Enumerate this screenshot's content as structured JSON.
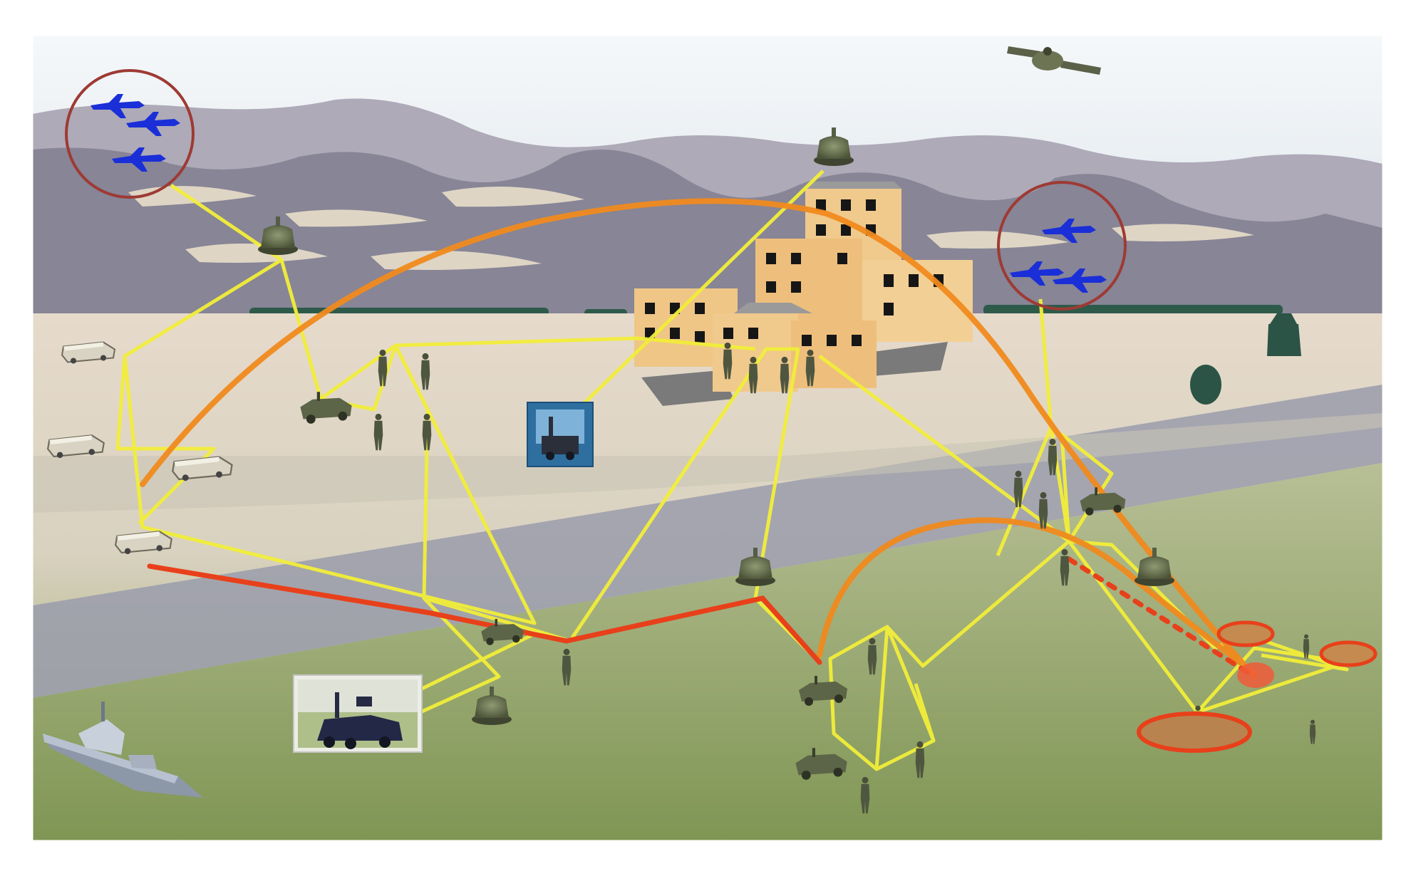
{
  "scene": {
    "kind": "battlefield network illustration",
    "text_labels": []
  },
  "colors": {
    "sky_top": "#eef3f6",
    "sky_bottom": "#dfe6ec",
    "mountains_far": "#a4a1b0",
    "mountains_near": "#7f7d8d",
    "snow": "#e8dcc6",
    "desert": "#e4d7c4",
    "road": "#9799a7",
    "grass": "#9aab6e",
    "link_primary": "#f2ee3a",
    "link_satcom": "#f08a1e",
    "link_relay": "#e8401a",
    "aircraft": "#1a2fd8",
    "building": "#efc98a",
    "window": "#1a1a1a",
    "ring": "#9e3a34"
  },
  "icons": {
    "satellite": "satellite-icon",
    "uav": "uav-icon",
    "aircraft_formation_left": "aircraft-formation-icon",
    "aircraft_formation_right": "aircraft-formation-icon",
    "ship": "warship-icon",
    "robot_photo": "ground-robot-photo",
    "robot_inset": "robot-inset-photo",
    "building": "building-complex-icon",
    "soldier": "soldier-icon",
    "vehicle": "vehicle-icon",
    "sensor": "sensor-node-icon"
  }
}
